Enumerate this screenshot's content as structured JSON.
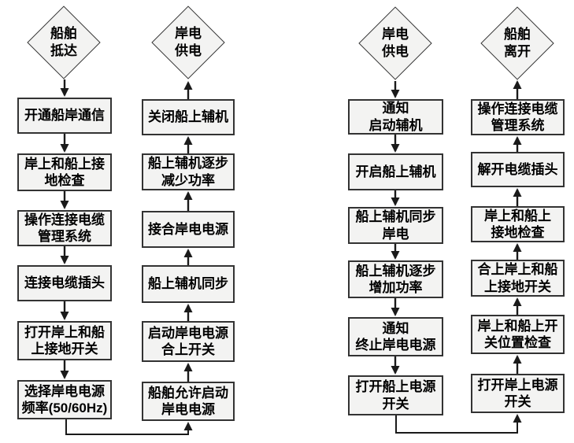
{
  "colors": {
    "background": "#ffffff",
    "node_fill": "#f3f3f2",
    "node_border": "#333333",
    "arrow": "#1a1a1a",
    "text": "#000000"
  },
  "flowcharts": {
    "left": {
      "start": "船舶\n抵达",
      "end": "岸电\n供电",
      "steps_down": [
        "开通船岸通信",
        "岸上和船上接\n地检查",
        "操作连接电缆\n管理系统",
        "连接电缆插头",
        "打开岸上和船\n上接地开关",
        "选择岸电电源\n频率(50/60Hz)"
      ],
      "steps_up": [
        "关闭船上辅机",
        "船上辅机逐步\n减少功率",
        "接合岸电电源",
        "船上辅机同步",
        "启动岸电电源\n合上开关",
        "船舶允许启动\n岸电电源"
      ]
    },
    "right": {
      "start": "岸电\n供电",
      "end": "船舶\n离开",
      "steps_down": [
        "通知\n启动辅机",
        "开启船上辅机",
        "船上辅机同步\n岸电",
        "船上辅机逐步\n增加功率",
        "通知\n终止岸电电源",
        "打开船上电源\n开关"
      ],
      "steps_up": [
        "操作连接电缆\n管理系统",
        "解开电缆插头",
        "岸上和船上\n接地检查",
        "合上岸上和船\n上接地开关",
        "岸上和船上开\n关位置检查",
        "打开岸上电源\n开关"
      ]
    }
  }
}
